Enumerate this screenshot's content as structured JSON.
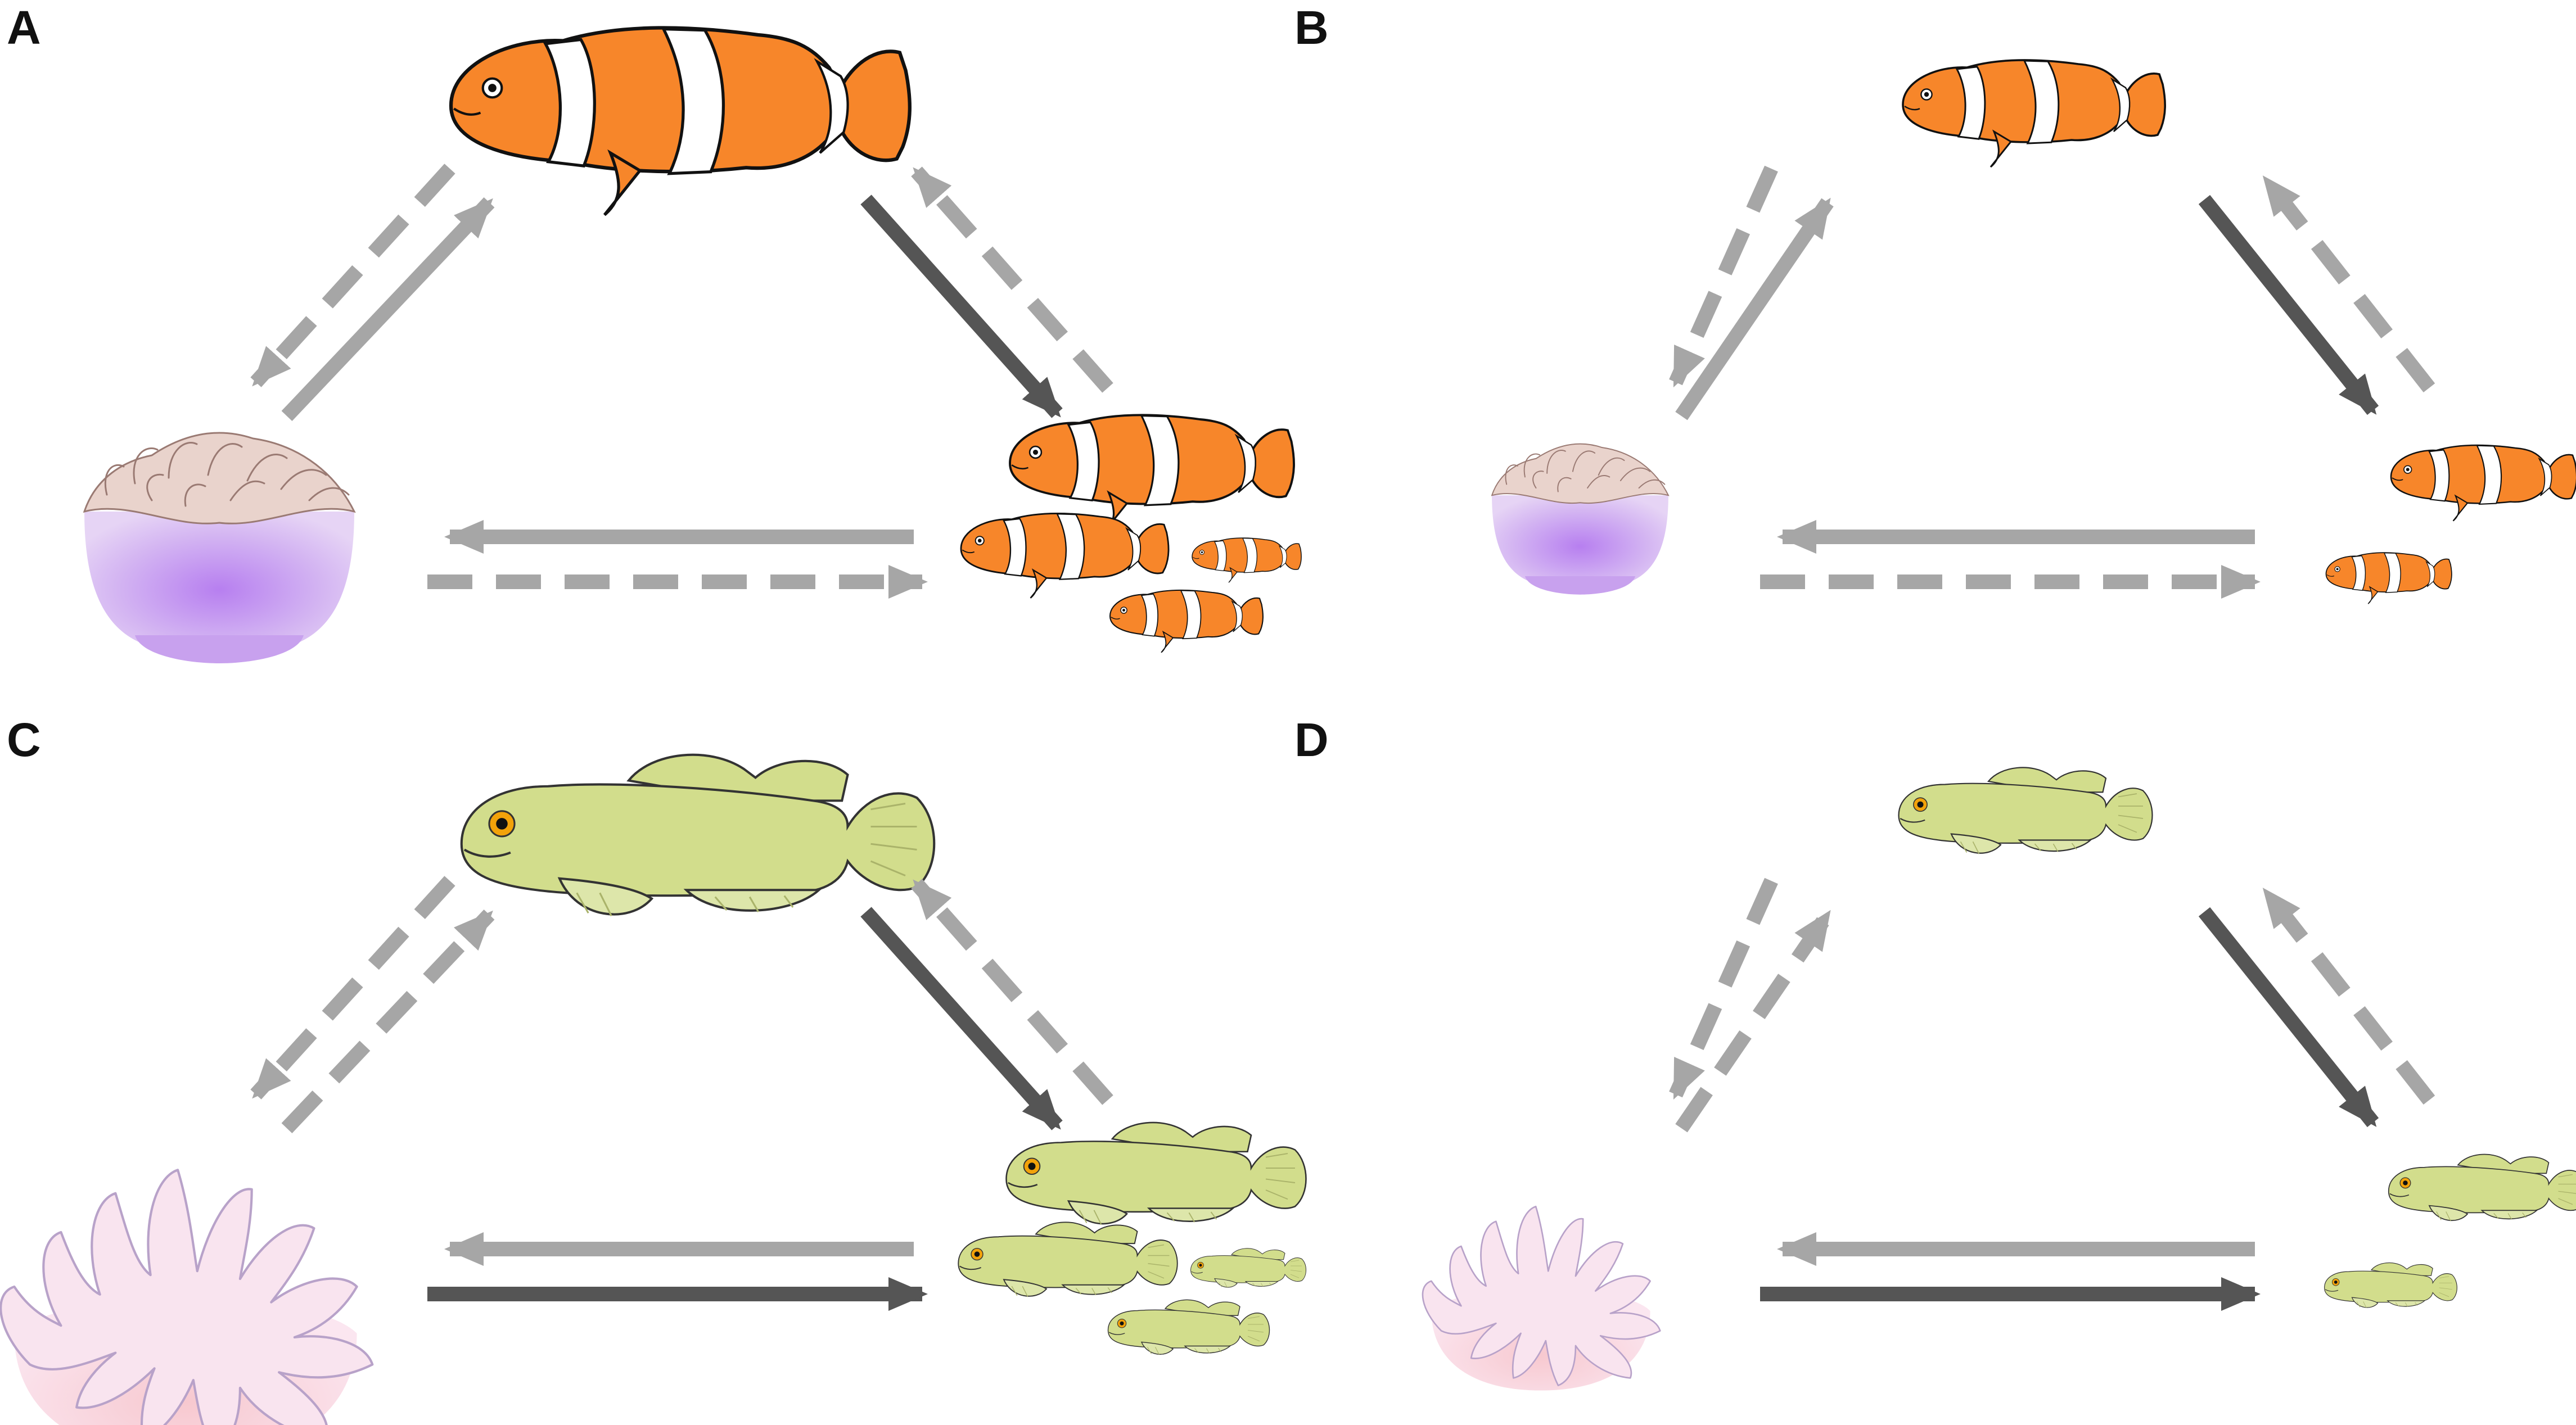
{
  "panels": [
    {
      "label": "A",
      "fish": "clownfish",
      "host": "anemone-purple",
      "scale": 1.0,
      "offspring": 4,
      "arrows": {
        "adult_offspring": "solid-dark",
        "offspring_adult": "dashed-light",
        "host_adult": "solid-light",
        "adult_host": "dashed-light",
        "offspring_host": "solid-light",
        "host_offspring": "dashed-light"
      }
    },
    {
      "label": "B",
      "fish": "clownfish",
      "host": "anemone-purple",
      "scale": 0.6,
      "offspring": 2,
      "arrows": {
        "adult_offspring": "solid-dark",
        "offspring_adult": "dashed-light",
        "host_adult": "solid-light",
        "adult_host": "dashed-light",
        "offspring_host": "solid-light",
        "host_offspring": "dashed-light"
      }
    },
    {
      "label": "C",
      "fish": "goby",
      "host": "anemone-pink",
      "scale": 1.0,
      "offspring": 4,
      "arrows": {
        "adult_offspring": "solid-dark",
        "offspring_adult": "dashed-light",
        "host_adult": "dashed-light",
        "adult_host": "dashed-light",
        "offspring_host": "solid-light",
        "host_offspring": "solid-dark"
      }
    },
    {
      "label": "D",
      "fish": "goby",
      "host": "anemone-pink",
      "scale": 0.6,
      "offspring": 2,
      "arrows": {
        "adult_offspring": "solid-dark",
        "offspring_adult": "dashed-light",
        "host_adult": "dashed-light",
        "adult_host": "dashed-light",
        "offspring_host": "solid-light",
        "host_offspring": "solid-dark"
      }
    }
  ],
  "colors": {
    "arrow_dark": "#555555",
    "arrow_light": "#a6a6a6",
    "clown_orange": "#f7862a",
    "clown_orange_light": "#f9965a",
    "clown_stripe": "#ffffff",
    "goby_green": "#d2dd8c",
    "goby_green_light": "#dde6aa",
    "anemone_purple": "#c89df0",
    "anemone_tentacle": "#e9d3cc",
    "anemone_pink": "#f6dcea"
  }
}
